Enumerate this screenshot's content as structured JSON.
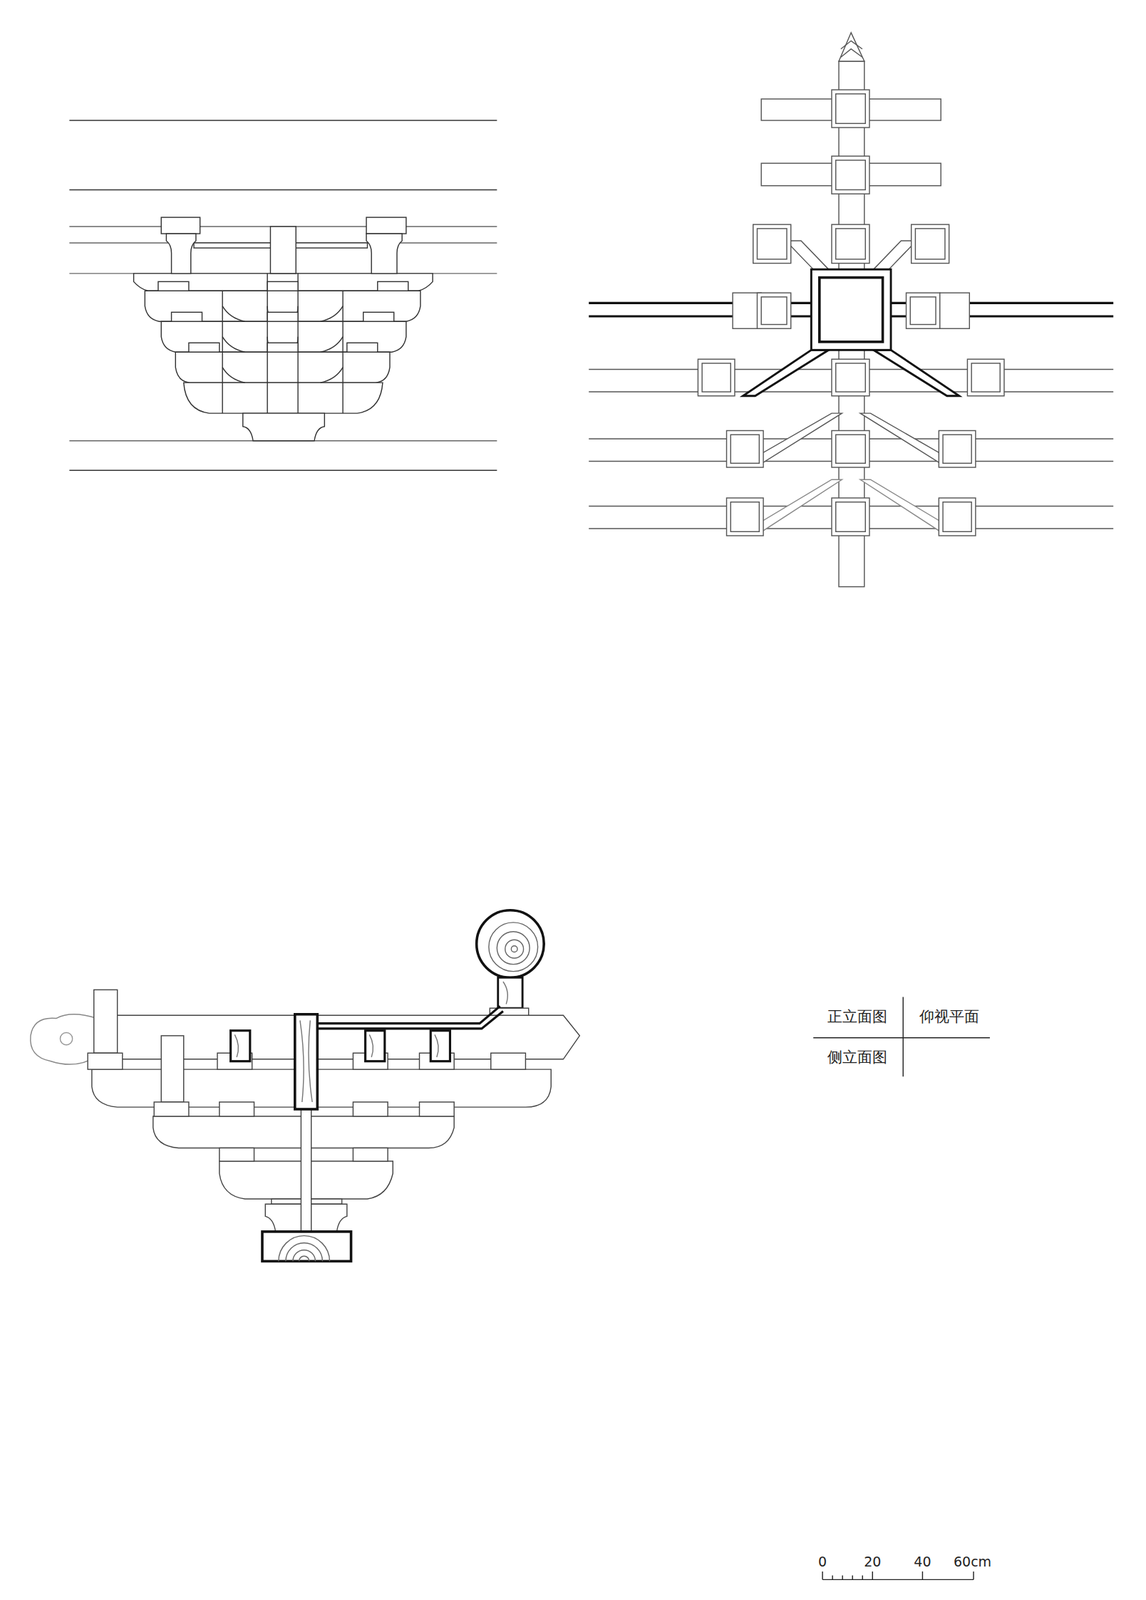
{
  "diagram": {
    "labels": [
      "正立面图",
      "仰视平面",
      "侧立面图",
      "0",
      "20",
      "40",
      "60cm"
    ]
  }
}
